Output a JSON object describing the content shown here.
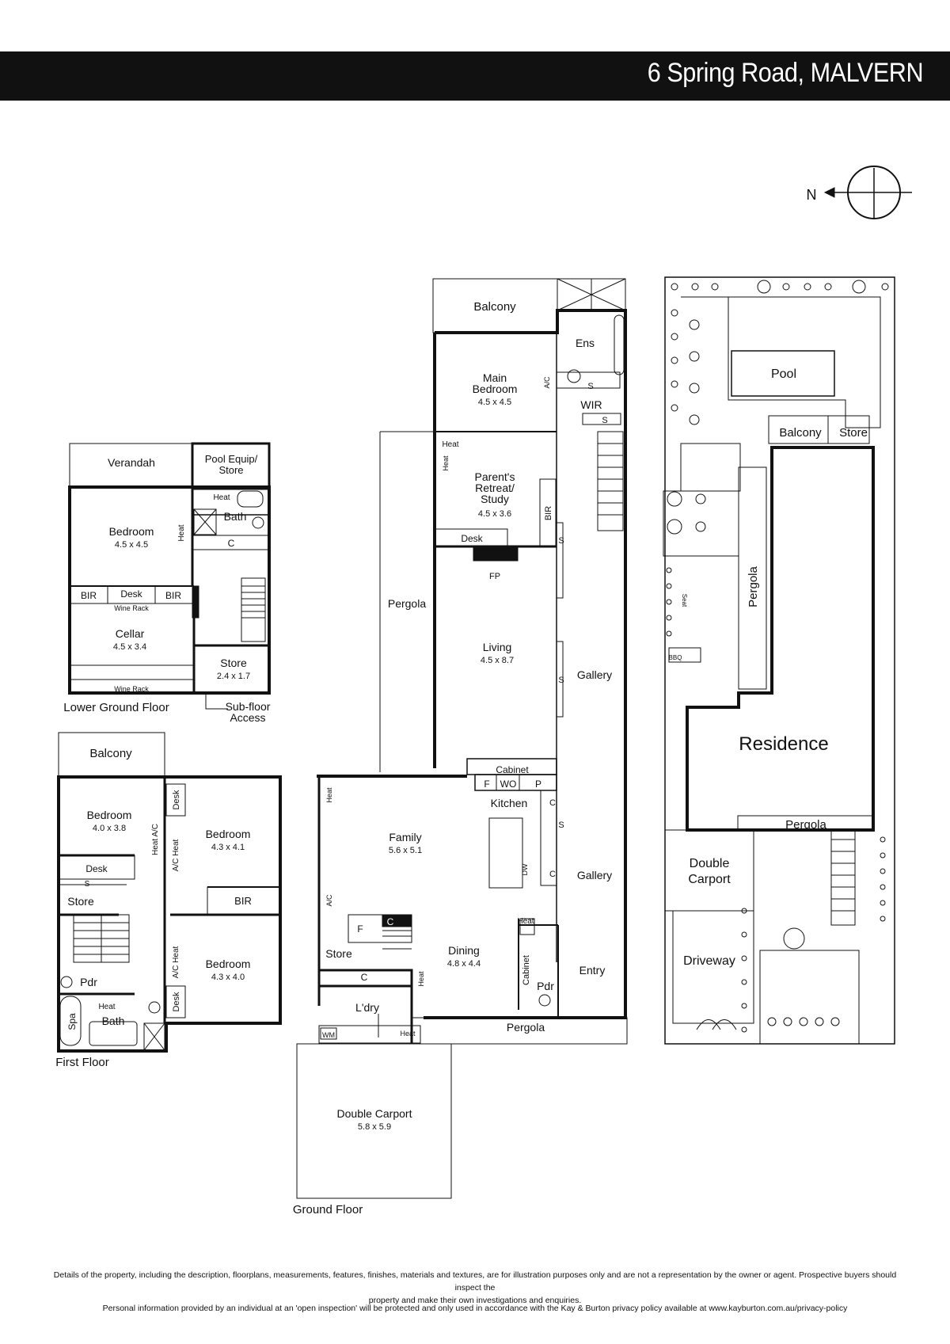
{
  "header": {
    "title": "6 Spring Road, MALVERN"
  },
  "compass": {
    "north_label": "N"
  },
  "lower_ground": {
    "floor_label": "Lower Ground Floor",
    "verandah": "Verandah",
    "pool_equip": [
      "Pool Equip/",
      "Store"
    ],
    "heat": "Heat",
    "bath": "Bath",
    "bedroom": {
      "name": "Bedroom",
      "size": "4.5 x 4.5"
    },
    "heat_vertical": "Heat",
    "cupboard": "C",
    "bir_left": "BIR",
    "desk": "Desk",
    "bir_right": "BIR",
    "wine_rack_top": "Wine Rack",
    "cellar": {
      "name": "Cellar",
      "size": "4.5 x 3.4"
    },
    "store": {
      "name": "Store",
      "size": "2.4 x 1.7"
    },
    "wine_rack_bottom": "Wine Rack",
    "subfloor": [
      "Sub-floor",
      "Access"
    ]
  },
  "first_floor": {
    "floor_label": "First Floor",
    "balcony": "Balcony",
    "bedroom1": {
      "name": "Bedroom",
      "size": "4.0 x 3.8"
    },
    "desk_vertical_top": "Desk",
    "bedroom2": {
      "name": "Bedroom",
      "size": "4.3 x 4.1"
    },
    "heat_ac_1": "Heat A/C",
    "ac_heat_1": "A/C Heat",
    "desk": "Desk",
    "shelf": "S",
    "store": "Store",
    "bir": "BIR",
    "bedroom3": {
      "name": "Bedroom",
      "size": "4.3 x 4.0"
    },
    "ac_heat_2": "A/C Heat",
    "pdr": "Pdr",
    "heat": "Heat",
    "spa": "Spa",
    "bath": "Bath",
    "desk_vertical_bottom": "Desk"
  },
  "ground_floor": {
    "floor_label": "Ground Floor",
    "balcony": "Balcony",
    "ens": "Ens",
    "main_bedroom": {
      "name": [
        "Main",
        "Bedroom"
      ],
      "size": "4.5 x 4.5"
    },
    "ac": "A/C",
    "shelf_1": "S",
    "wir": "WIR",
    "shelf_2": "S",
    "heat_1": "Heat",
    "heat_2": "Heat",
    "parents_retreat": {
      "name": [
        "Parent's",
        "Retreat/",
        "Study"
      ],
      "size": "4.5 x 3.6"
    },
    "bir": "BIR",
    "shelf_3": "S",
    "desk": "Desk",
    "fp": "FP",
    "pergola_left": "Pergola",
    "living": {
      "name": "Living",
      "size": "4.5 x 8.7"
    },
    "shelf_4": "S",
    "gallery_1": "Gallery",
    "cabinet": "Cabinet",
    "f": "F",
    "wo": "WO",
    "p": "P",
    "kitchen": "Kitchen",
    "heat_3": "Heat",
    "c1": "C",
    "shelf_5": "S",
    "family": {
      "name": "Family",
      "size": "5.6 x 5.1"
    },
    "dw": "DW",
    "c2": "C",
    "gallery_2": "Gallery",
    "ac_2": "A/C",
    "fridge": "F",
    "c3": "C",
    "store": "Store",
    "dining": {
      "name": "Dining",
      "size": "4.8 x 4.4"
    },
    "heat_4": "Heat",
    "cabinet_2": "Cabinet",
    "c4": "C",
    "heat_5": "Heat",
    "pdr": "Pdr",
    "entry": "Entry",
    "ldry": "L'dry",
    "wm": "WM",
    "heat_6": "Heat",
    "pergola_bottom": "Pergola",
    "carport": {
      "name": "Double Carport",
      "size": "5.8 x 5.9"
    }
  },
  "site": {
    "pool": "Pool",
    "balcony": "Balcony",
    "store": "Store",
    "pergola_vertical": "Pergola",
    "seat": "Seat",
    "bbq": "BBQ",
    "residence": "Residence",
    "pergola_bottom": "Pergola",
    "double_carport": [
      "Double",
      "Carport"
    ],
    "driveway": "Driveway"
  },
  "disclaimer": {
    "line1": "Details of the property, including the description, floorplans, measurements, features, finishes, materials and textures, are for illustration purposes only and are not a representation by the owner or agent.  Prospective buyers should inspect the",
    "line2": "property and make their own investigations and enquiries.",
    "line3": "Personal information provided by an individual at an 'open inspection' will be protected and only used in accordance with the Kay & Burton privacy policy available at www.kayburton.com.au/privacy-policy"
  }
}
